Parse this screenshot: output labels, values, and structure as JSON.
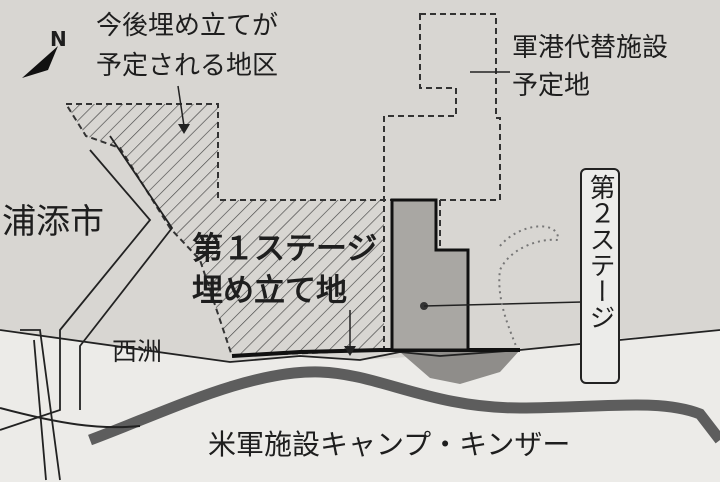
{
  "labels": {
    "future_reclaim": [
      "今後埋め立てが",
      "予定される地区"
    ],
    "military_port": [
      "軍港代替施設",
      "予定地"
    ],
    "city": "浦添市",
    "stage1": [
      "第１ステージ",
      "埋め立て地"
    ],
    "nishi_su": "西洲",
    "stage2": "第２ステージ",
    "camp": "米軍施設キャンプ・キンザー",
    "north": "N"
  },
  "colors": {
    "paper": "#d8d6d2",
    "land": "#ecebe8",
    "ink": "#222222",
    "stage2_fill": "#a9a7a3",
    "road_dark": "#6a6a6a",
    "rock": "#8f8d8a"
  }
}
